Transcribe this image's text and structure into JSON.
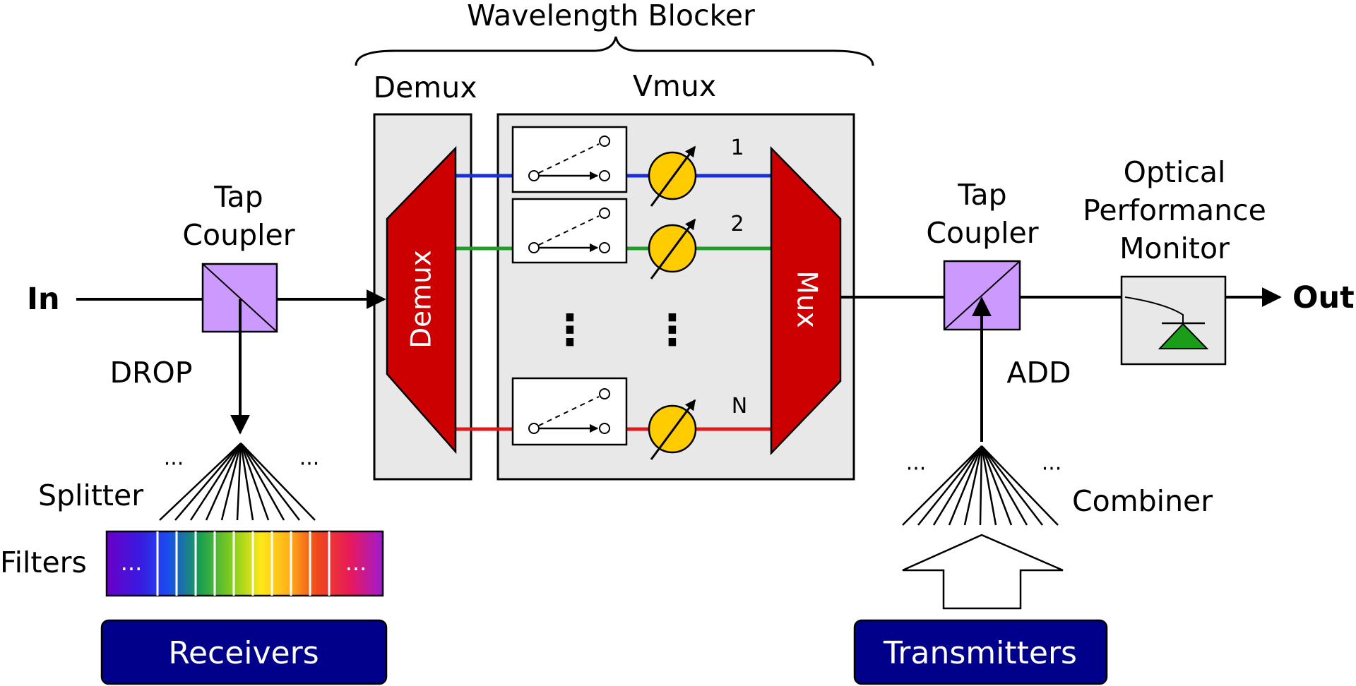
{
  "title": "Wavelength Blocker",
  "labels": {
    "demux_header": "Demux",
    "vmux_header": "Vmux",
    "demux_block": "Demux",
    "mux_block": "Mux",
    "tap_left": [
      "Tap",
      "Coupler"
    ],
    "tap_right": [
      "Tap",
      "Coupler"
    ],
    "opm": [
      "Optical",
      "Performance",
      "Monitor"
    ],
    "in": "In",
    "out": "Out",
    "drop": "DROP",
    "add": "ADD",
    "splitter": "Splitter",
    "combiner": "Combiner",
    "filters": "Filters",
    "filter_ellipsis_left": "...",
    "filter_ellipsis_right": "...",
    "fan_ellipsis": "···",
    "channel_ellipsis": "⋮"
  },
  "channels": [
    "1",
    "2",
    "N"
  ],
  "buttons": {
    "receivers": "Receivers",
    "transmitters": "Transmitters"
  },
  "colors": {
    "channel_1": "#1a2fd6",
    "channel_2": "#1e9e2a",
    "channel_n": "#e01a1a",
    "demux_mux_fill": "#cc0000",
    "tap_fill": "#cc99ff",
    "attenuator_fill": "#ffcc00",
    "button_fill": "#00008b",
    "panel_fill": "#e8e8e8",
    "detector_fill": "#1a9e1a"
  }
}
